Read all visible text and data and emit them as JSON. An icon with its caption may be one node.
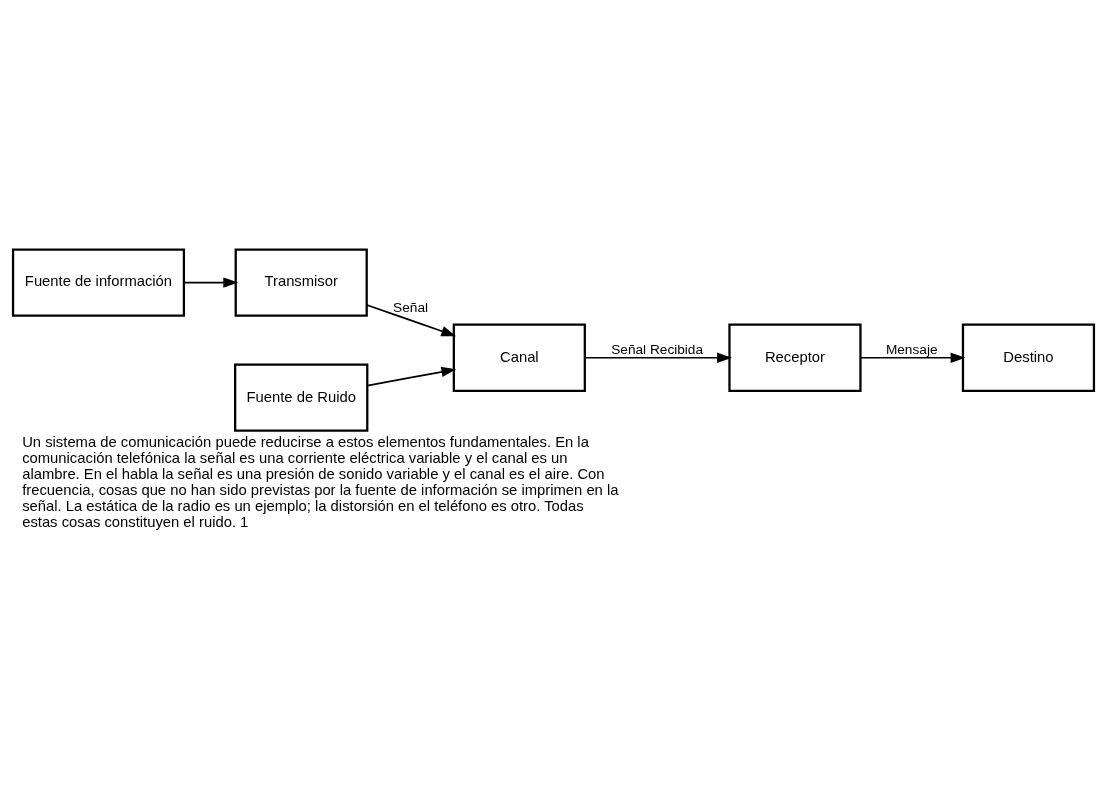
{
  "diagram": {
    "caption": "Un sistema de comunicación puede reducirse a estos elementos fundamentales. En la comunicación telefónica la señal es una corriente eléctrica variable y el canal es un alambre. En el habla la señal es una presión de sonido variable y el canal es el aire. Con frecuencia, cosas que no han sido previstas por la fuente de información se imprimen en la señal. La estática de la radio es un ejemplo; la distorsión en el teléfono es otro. Todas estas cosas constituyen el ruido. 1",
    "nodes": [
      {
        "text": [
          "Fuente de información"
        ]
      },
      {
        "text": [
          "Transmisor"
        ]
      },
      {
        "text": [
          "Canal"
        ]
      },
      {
        "text": [
          "Receptor"
        ]
      },
      {
        "text": [
          "Destino"
        ]
      },
      {
        "text": [
          "Fuente de Ruido"
        ]
      }
    ],
    "edges": [
      {
        "from": 0,
        "to": 1,
        "arrow": "to"
      },
      {
        "from": 1,
        "to": 2,
        "arrow": "to",
        "label": "Señal"
      },
      {
        "from": 2,
        "to": 3,
        "arrow": "to",
        "label": "Señal Recibida"
      },
      {
        "from": 3,
        "to": 4,
        "arrow": "to",
        "label": "Mensaje"
      },
      {
        "from": 5,
        "to": 2,
        "arrow": "to"
      }
    ]
  }
}
